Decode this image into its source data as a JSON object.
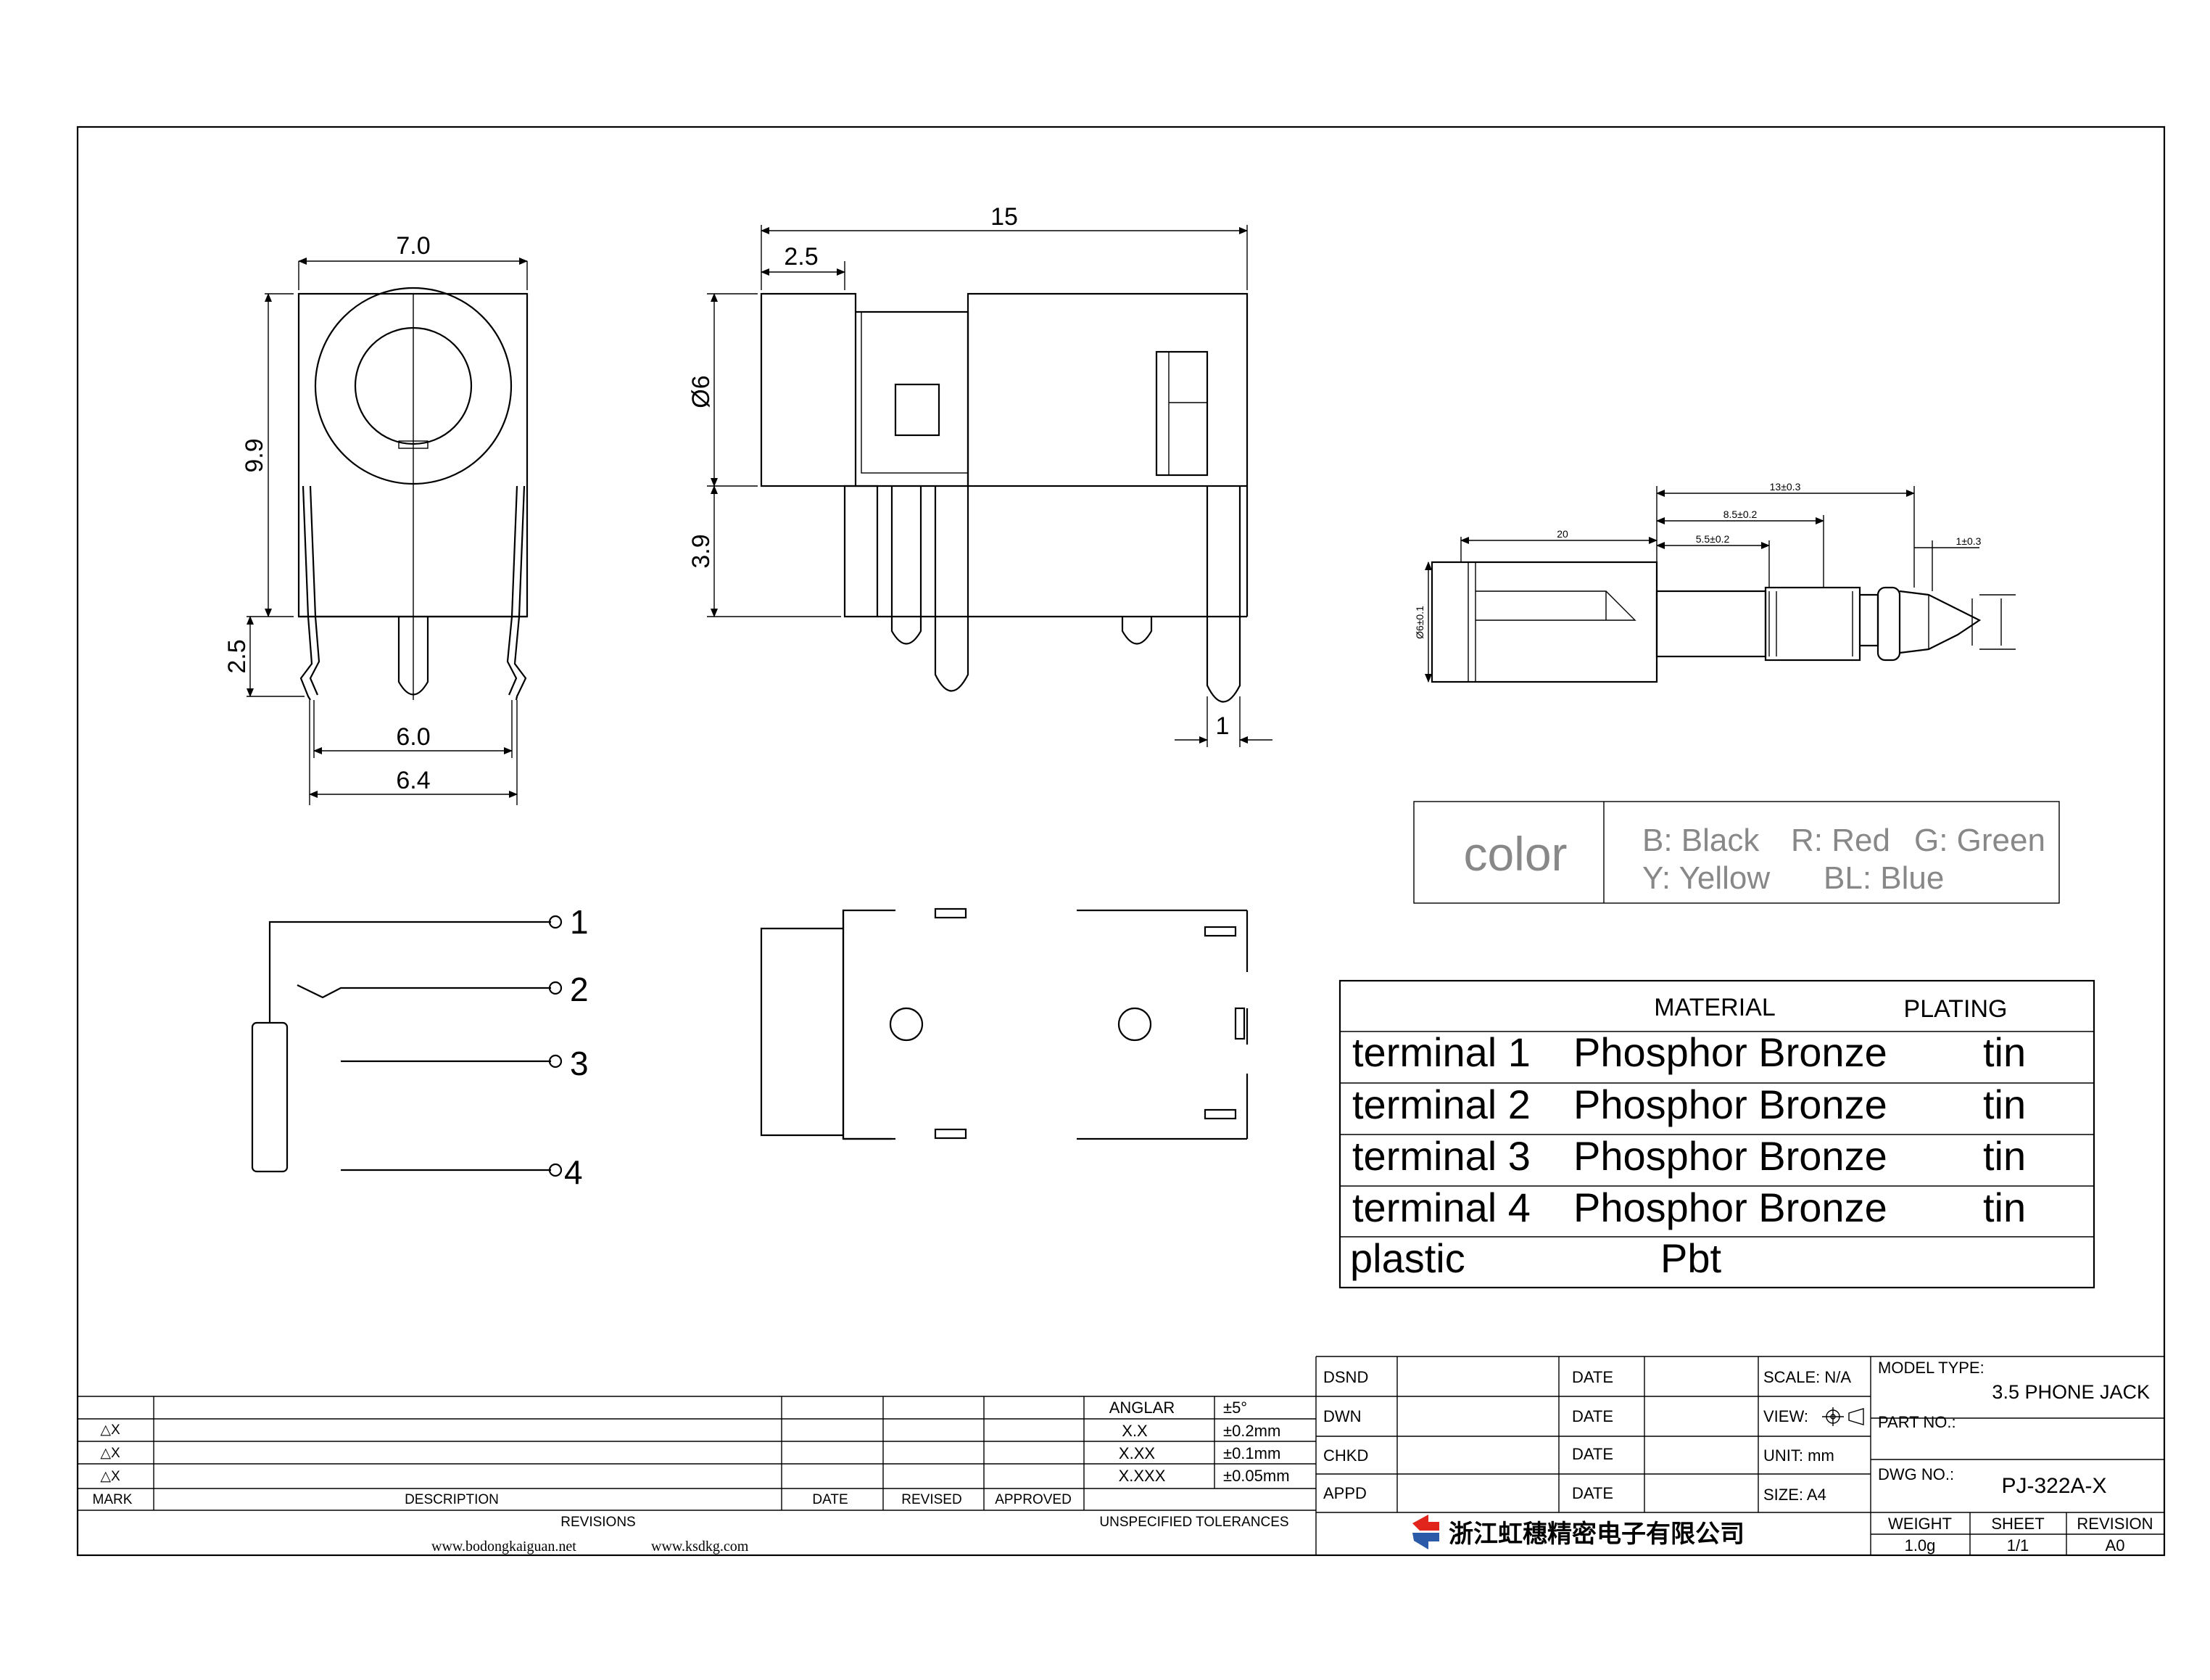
{
  "dimensions": {
    "front": {
      "width": "7.0",
      "height": "9.9",
      "lead": "2.5",
      "pitch_a": "6.0",
      "pitch_b": "6.4"
    },
    "side": {
      "length": "15",
      "front": "2.5",
      "diameter": "Ø6",
      "height": "3.9",
      "pin": "1"
    },
    "plug": {
      "d13": "13±0.3",
      "d20": "20",
      "d85": "8.5±0.2",
      "d55": "5.5±0.2",
      "d1": "1±0.3",
      "dia": "Ø6±0.1"
    }
  },
  "pins": [
    "1",
    "2",
    "3",
    "4"
  ],
  "color_box": {
    "label": "color",
    "line1": [
      "B: Black",
      "R: Red",
      "G: Green"
    ],
    "line2": [
      "Y: Yellow",
      "BL: Blue"
    ]
  },
  "material_table": {
    "headers": {
      "material": "MATERIAL",
      "plating": "PLATING"
    },
    "rows": [
      {
        "part": "terminal 1",
        "material": "Phosphor Bronze",
        "plating": "tin"
      },
      {
        "part": "terminal 2",
        "material": "Phosphor Bronze",
        "plating": "tin"
      },
      {
        "part": "terminal 3",
        "material": "Phosphor Bronze",
        "plating": "tin"
      },
      {
        "part": "terminal 4",
        "material": "Phosphor Bronze",
        "plating": "tin"
      },
      {
        "part": "plastic",
        "material": "Pbt",
        "plating": ""
      }
    ]
  },
  "revisions": {
    "mark_rows": [
      "△X",
      "△X",
      "△X"
    ],
    "headers": {
      "mark": "MARK",
      "description": "DESCRIPTION",
      "date": "DATE",
      "revised": "REVISED",
      "approved": "APPROVED"
    },
    "footer": "REVISIONS"
  },
  "tolerances": {
    "rows": [
      {
        "label": "ANGLAR",
        "value": "±5°"
      },
      {
        "label": "X.X",
        "value": "±0.2mm"
      },
      {
        "label": "X.XX",
        "value": "±0.1mm"
      },
      {
        "label": "X.XXX",
        "value": "±0.05mm"
      }
    ],
    "footer": "UNSPECIFIED TOLERANCES"
  },
  "signoff": {
    "rows": [
      "DSND",
      "DWN",
      "CHKD",
      "APPD"
    ],
    "date_label": "DATE",
    "scale": "SCALE: N/A",
    "view": "VIEW:",
    "unit": "UNIT: mm",
    "size": "SIZE: A4"
  },
  "title_block": {
    "model_label": "MODEL TYPE:",
    "model_value": "3.5 PHONE JACK",
    "part_label": "PART NO.:",
    "dwg_label": "DWG NO.:",
    "dwg_value": "PJ-322A-X",
    "weight_label": "WEIGHT",
    "weight_value": "1.0g",
    "sheet_label": "SHEET",
    "sheet_value": "1/1",
    "revision_label": "REVISION",
    "revision_value": "A0"
  },
  "company": "浙江虹穗精密电子有限公司",
  "websites": [
    "www.bodongkaiguan.net",
    "www.ksdkg.com"
  ],
  "colors": {
    "logo_red": "#e1241c",
    "logo_blue": "#2a5aa8"
  }
}
